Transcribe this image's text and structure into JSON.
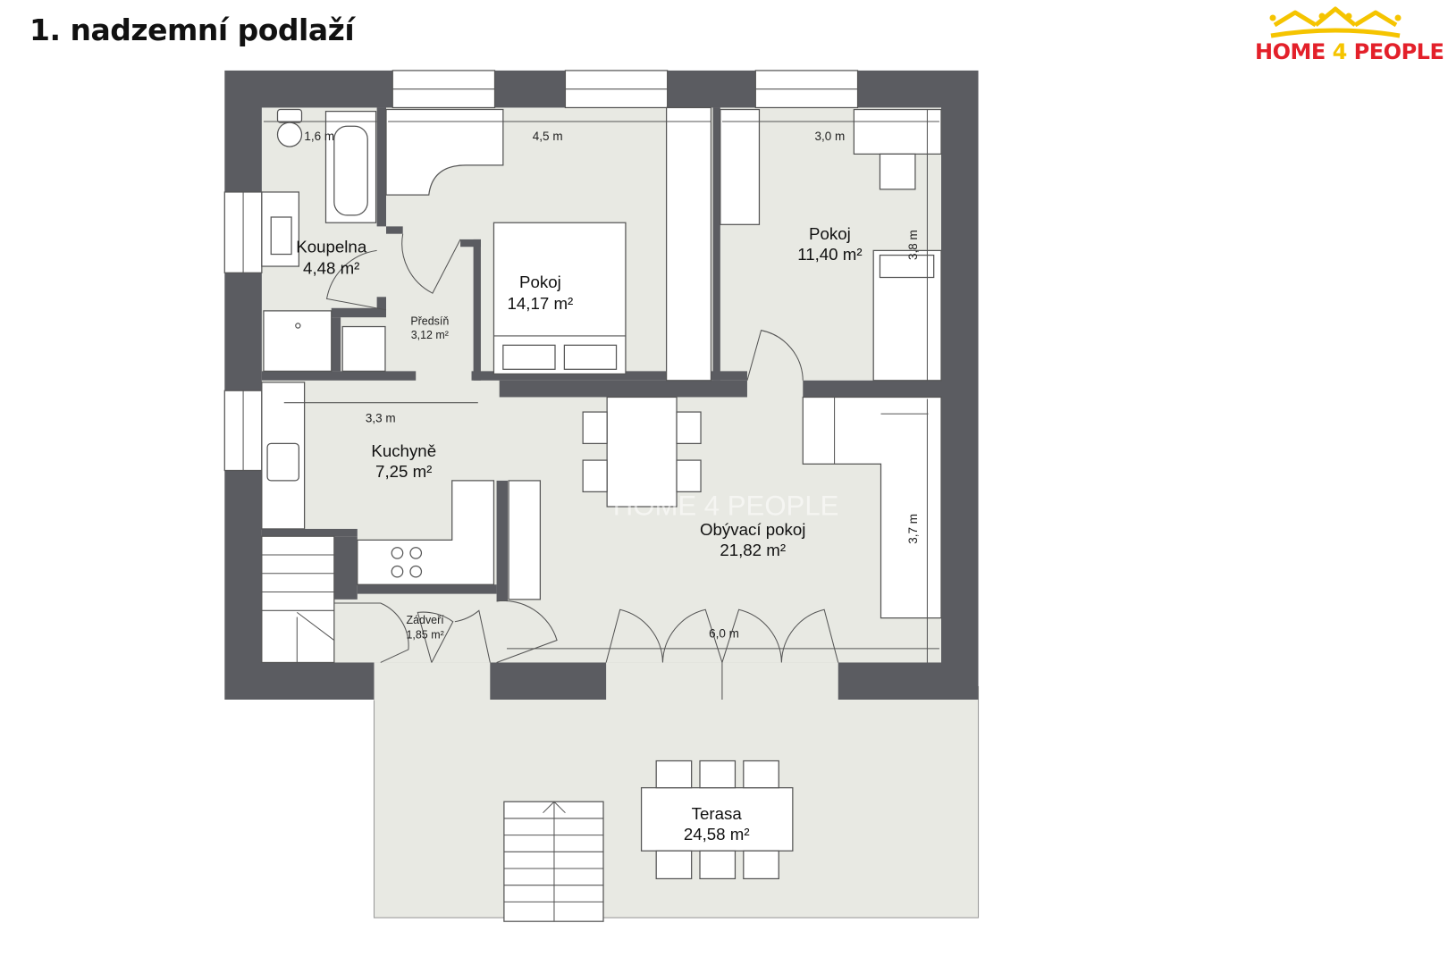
{
  "title": "1. nadzemní podlaží",
  "logo": {
    "part1": "HOME ",
    "part2": "4",
    "part3": " PEOPLE"
  },
  "watermark": "HOME 4 PEOPLE",
  "rooms": {
    "koupelna": {
      "name": "Koupelna",
      "area": "4,48 m²"
    },
    "pokoj1": {
      "name": "Pokoj",
      "area": "14,17 m²"
    },
    "pokoj2": {
      "name": "Pokoj",
      "area": "11,40 m²"
    },
    "predsin": {
      "name": "Předsíň",
      "area": "3,12 m²"
    },
    "kuchyne": {
      "name": "Kuchyně",
      "area": "7,25 m²"
    },
    "obyvaci": {
      "name": "Obývací pokoj",
      "area": "21,82 m²"
    },
    "zadveri": {
      "name": "Zádveří",
      "area": "1,85 m²"
    },
    "terasa": {
      "name": "Terasa",
      "area": "24,58 m²"
    }
  },
  "dimensions": {
    "koupelna_width": "1,6 m",
    "pokoj1_width": "4,5 m",
    "pokoj2_width": "3,0 m",
    "pokoj2_depth": "3,8 m",
    "kuchyne_width": "3,3 m",
    "obyvaci_depth": "3,7 m",
    "obyvaci_width": "6,0 m"
  },
  "colors": {
    "wall": "#5b5c61",
    "floor": "#e8e9e3",
    "logo_red": "#e3202a",
    "logo_yellow": "#f5c400"
  }
}
